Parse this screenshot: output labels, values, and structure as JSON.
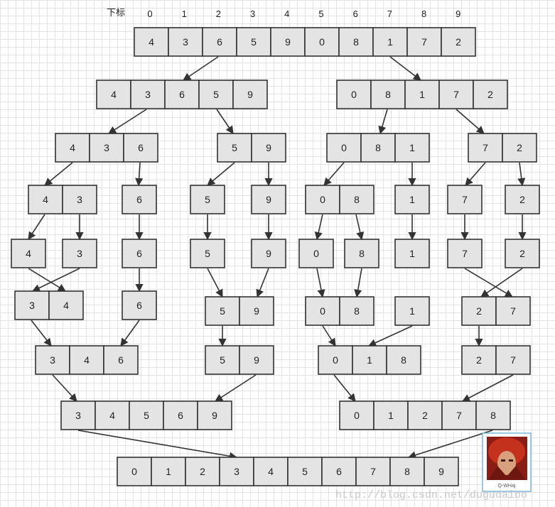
{
  "index_header": {
    "title": "下标",
    "indices": [
      "0",
      "1",
      "2",
      "3",
      "4",
      "5",
      "6",
      "7",
      "8",
      "9"
    ]
  },
  "arrays": [
    {
      "id": "a0",
      "values": [
        "4",
        "3",
        "6",
        "5",
        "9",
        "0",
        "8",
        "1",
        "7",
        "2"
      ]
    },
    {
      "id": "b0",
      "values": [
        "4",
        "3",
        "6",
        "5",
        "9"
      ]
    },
    {
      "id": "b1",
      "values": [
        "0",
        "8",
        "1",
        "7",
        "2"
      ]
    },
    {
      "id": "c0",
      "values": [
        "4",
        "3",
        "6"
      ]
    },
    {
      "id": "c1",
      "values": [
        "5",
        "9"
      ]
    },
    {
      "id": "c2",
      "values": [
        "0",
        "8",
        "1"
      ]
    },
    {
      "id": "c3",
      "values": [
        "7",
        "2"
      ]
    },
    {
      "id": "d0",
      "values": [
        "4",
        "3"
      ]
    },
    {
      "id": "d1",
      "values": [
        "6"
      ]
    },
    {
      "id": "d2",
      "values": [
        "5"
      ]
    },
    {
      "id": "d3",
      "values": [
        "9"
      ]
    },
    {
      "id": "d4",
      "values": [
        "0",
        "8"
      ]
    },
    {
      "id": "d5",
      "values": [
        "1"
      ]
    },
    {
      "id": "d6",
      "values": [
        "7"
      ]
    },
    {
      "id": "d7",
      "values": [
        "2"
      ]
    },
    {
      "id": "e0",
      "values": [
        "4"
      ]
    },
    {
      "id": "e1",
      "values": [
        "3"
      ]
    },
    {
      "id": "e2",
      "values": [
        "6"
      ]
    },
    {
      "id": "e3",
      "values": [
        "5"
      ]
    },
    {
      "id": "e4",
      "values": [
        "9"
      ]
    },
    {
      "id": "e5",
      "values": [
        "0"
      ]
    },
    {
      "id": "e6",
      "values": [
        "8"
      ]
    },
    {
      "id": "e7",
      "values": [
        "1"
      ]
    },
    {
      "id": "e8",
      "values": [
        "7"
      ]
    },
    {
      "id": "e9",
      "values": [
        "2"
      ]
    },
    {
      "id": "f0",
      "values": [
        "3",
        "4"
      ]
    },
    {
      "id": "f1",
      "values": [
        "6"
      ]
    },
    {
      "id": "f2",
      "values": [
        "5",
        "9"
      ]
    },
    {
      "id": "f3",
      "values": [
        "0",
        "8"
      ]
    },
    {
      "id": "f4",
      "values": [
        "1"
      ]
    },
    {
      "id": "f5",
      "values": [
        "2",
        "7"
      ]
    },
    {
      "id": "g0",
      "values": [
        "3",
        "4",
        "6"
      ]
    },
    {
      "id": "g1",
      "values": [
        "5",
        "9"
      ]
    },
    {
      "id": "g2",
      "values": [
        "0",
        "1",
        "8"
      ]
    },
    {
      "id": "g3",
      "values": [
        "2",
        "7"
      ]
    },
    {
      "id": "h0",
      "values": [
        "3",
        "4",
        "5",
        "6",
        "9"
      ]
    },
    {
      "id": "h1",
      "values": [
        "0",
        "1",
        "2",
        "7",
        "8"
      ]
    },
    {
      "id": "i0",
      "values": [
        "0",
        "1",
        "2",
        "3",
        "4",
        "5",
        "6",
        "7",
        "8",
        "9"
      ]
    }
  ],
  "edges": [
    [
      "a0",
      "b0"
    ],
    [
      "a0",
      "b1"
    ],
    [
      "b0",
      "c0"
    ],
    [
      "b0",
      "c1"
    ],
    [
      "b1",
      "c2"
    ],
    [
      "b1",
      "c3"
    ],
    [
      "c0",
      "d0"
    ],
    [
      "c0",
      "d1"
    ],
    [
      "c1",
      "d2"
    ],
    [
      "c1",
      "d3"
    ],
    [
      "c2",
      "d4"
    ],
    [
      "c2",
      "d5"
    ],
    [
      "c3",
      "d6"
    ],
    [
      "c3",
      "d7"
    ],
    [
      "d0",
      "e0"
    ],
    [
      "d0",
      "e1"
    ],
    [
      "d1",
      "e2"
    ],
    [
      "d2",
      "e3"
    ],
    [
      "d3",
      "e4"
    ],
    [
      "d4",
      "e5"
    ],
    [
      "d4",
      "e6"
    ],
    [
      "d5",
      "e7"
    ],
    [
      "d6",
      "e8"
    ],
    [
      "d7",
      "e9"
    ],
    [
      "e0",
      "f0"
    ],
    [
      "e1",
      "f0"
    ],
    [
      "e2",
      "f1"
    ],
    [
      "e3",
      "f2"
    ],
    [
      "e4",
      "f2"
    ],
    [
      "e5",
      "f3"
    ],
    [
      "e6",
      "f3"
    ],
    [
      "e8",
      "f5"
    ],
    [
      "e9",
      "f5"
    ],
    [
      "f0",
      "g0"
    ],
    [
      "f1",
      "g0"
    ],
    [
      "f2",
      "g1"
    ],
    [
      "f3",
      "g2"
    ],
    [
      "f4",
      "g2"
    ],
    [
      "f5",
      "g3"
    ],
    [
      "g0",
      "h0"
    ],
    [
      "g1",
      "h0"
    ],
    [
      "g2",
      "h1"
    ],
    [
      "g3",
      "h1"
    ],
    [
      "h0",
      "i0"
    ],
    [
      "h1",
      "i0"
    ]
  ],
  "watermark": {
    "url_text": "http://blog.csdn.net/dugudaibo",
    "avatar_caption": "Q-WHaj",
    "avatar_icon": "warrior-portrait-icon"
  },
  "colors": {
    "cell_fill": "#e4e4e4",
    "cell_stroke": "#333333",
    "edge": "#333333"
  }
}
